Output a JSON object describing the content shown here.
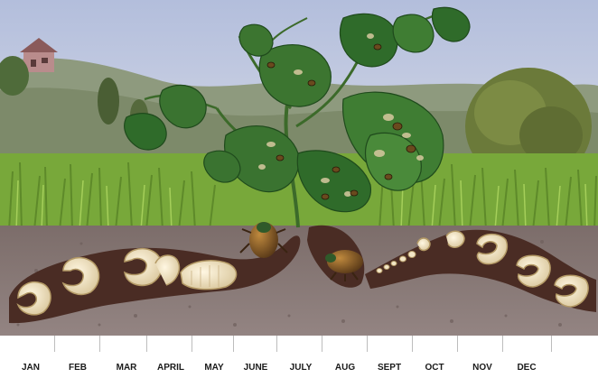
{
  "timeline": {
    "months": [
      "JAN",
      "FEB",
      "MAR",
      "APRIL",
      "MAY",
      "JUNE",
      "JULY",
      "AUG",
      "SEPT",
      "OCT",
      "NOV",
      "DEC"
    ]
  },
  "colors": {
    "sky": "#bfc7e0",
    "grass": "#7faf3c",
    "soil": "#857673",
    "tunnel": "#4a2c24",
    "grub": "#f3e6c7",
    "leaf": "#2f6b2a",
    "beetle": "#7a5a2a"
  }
}
